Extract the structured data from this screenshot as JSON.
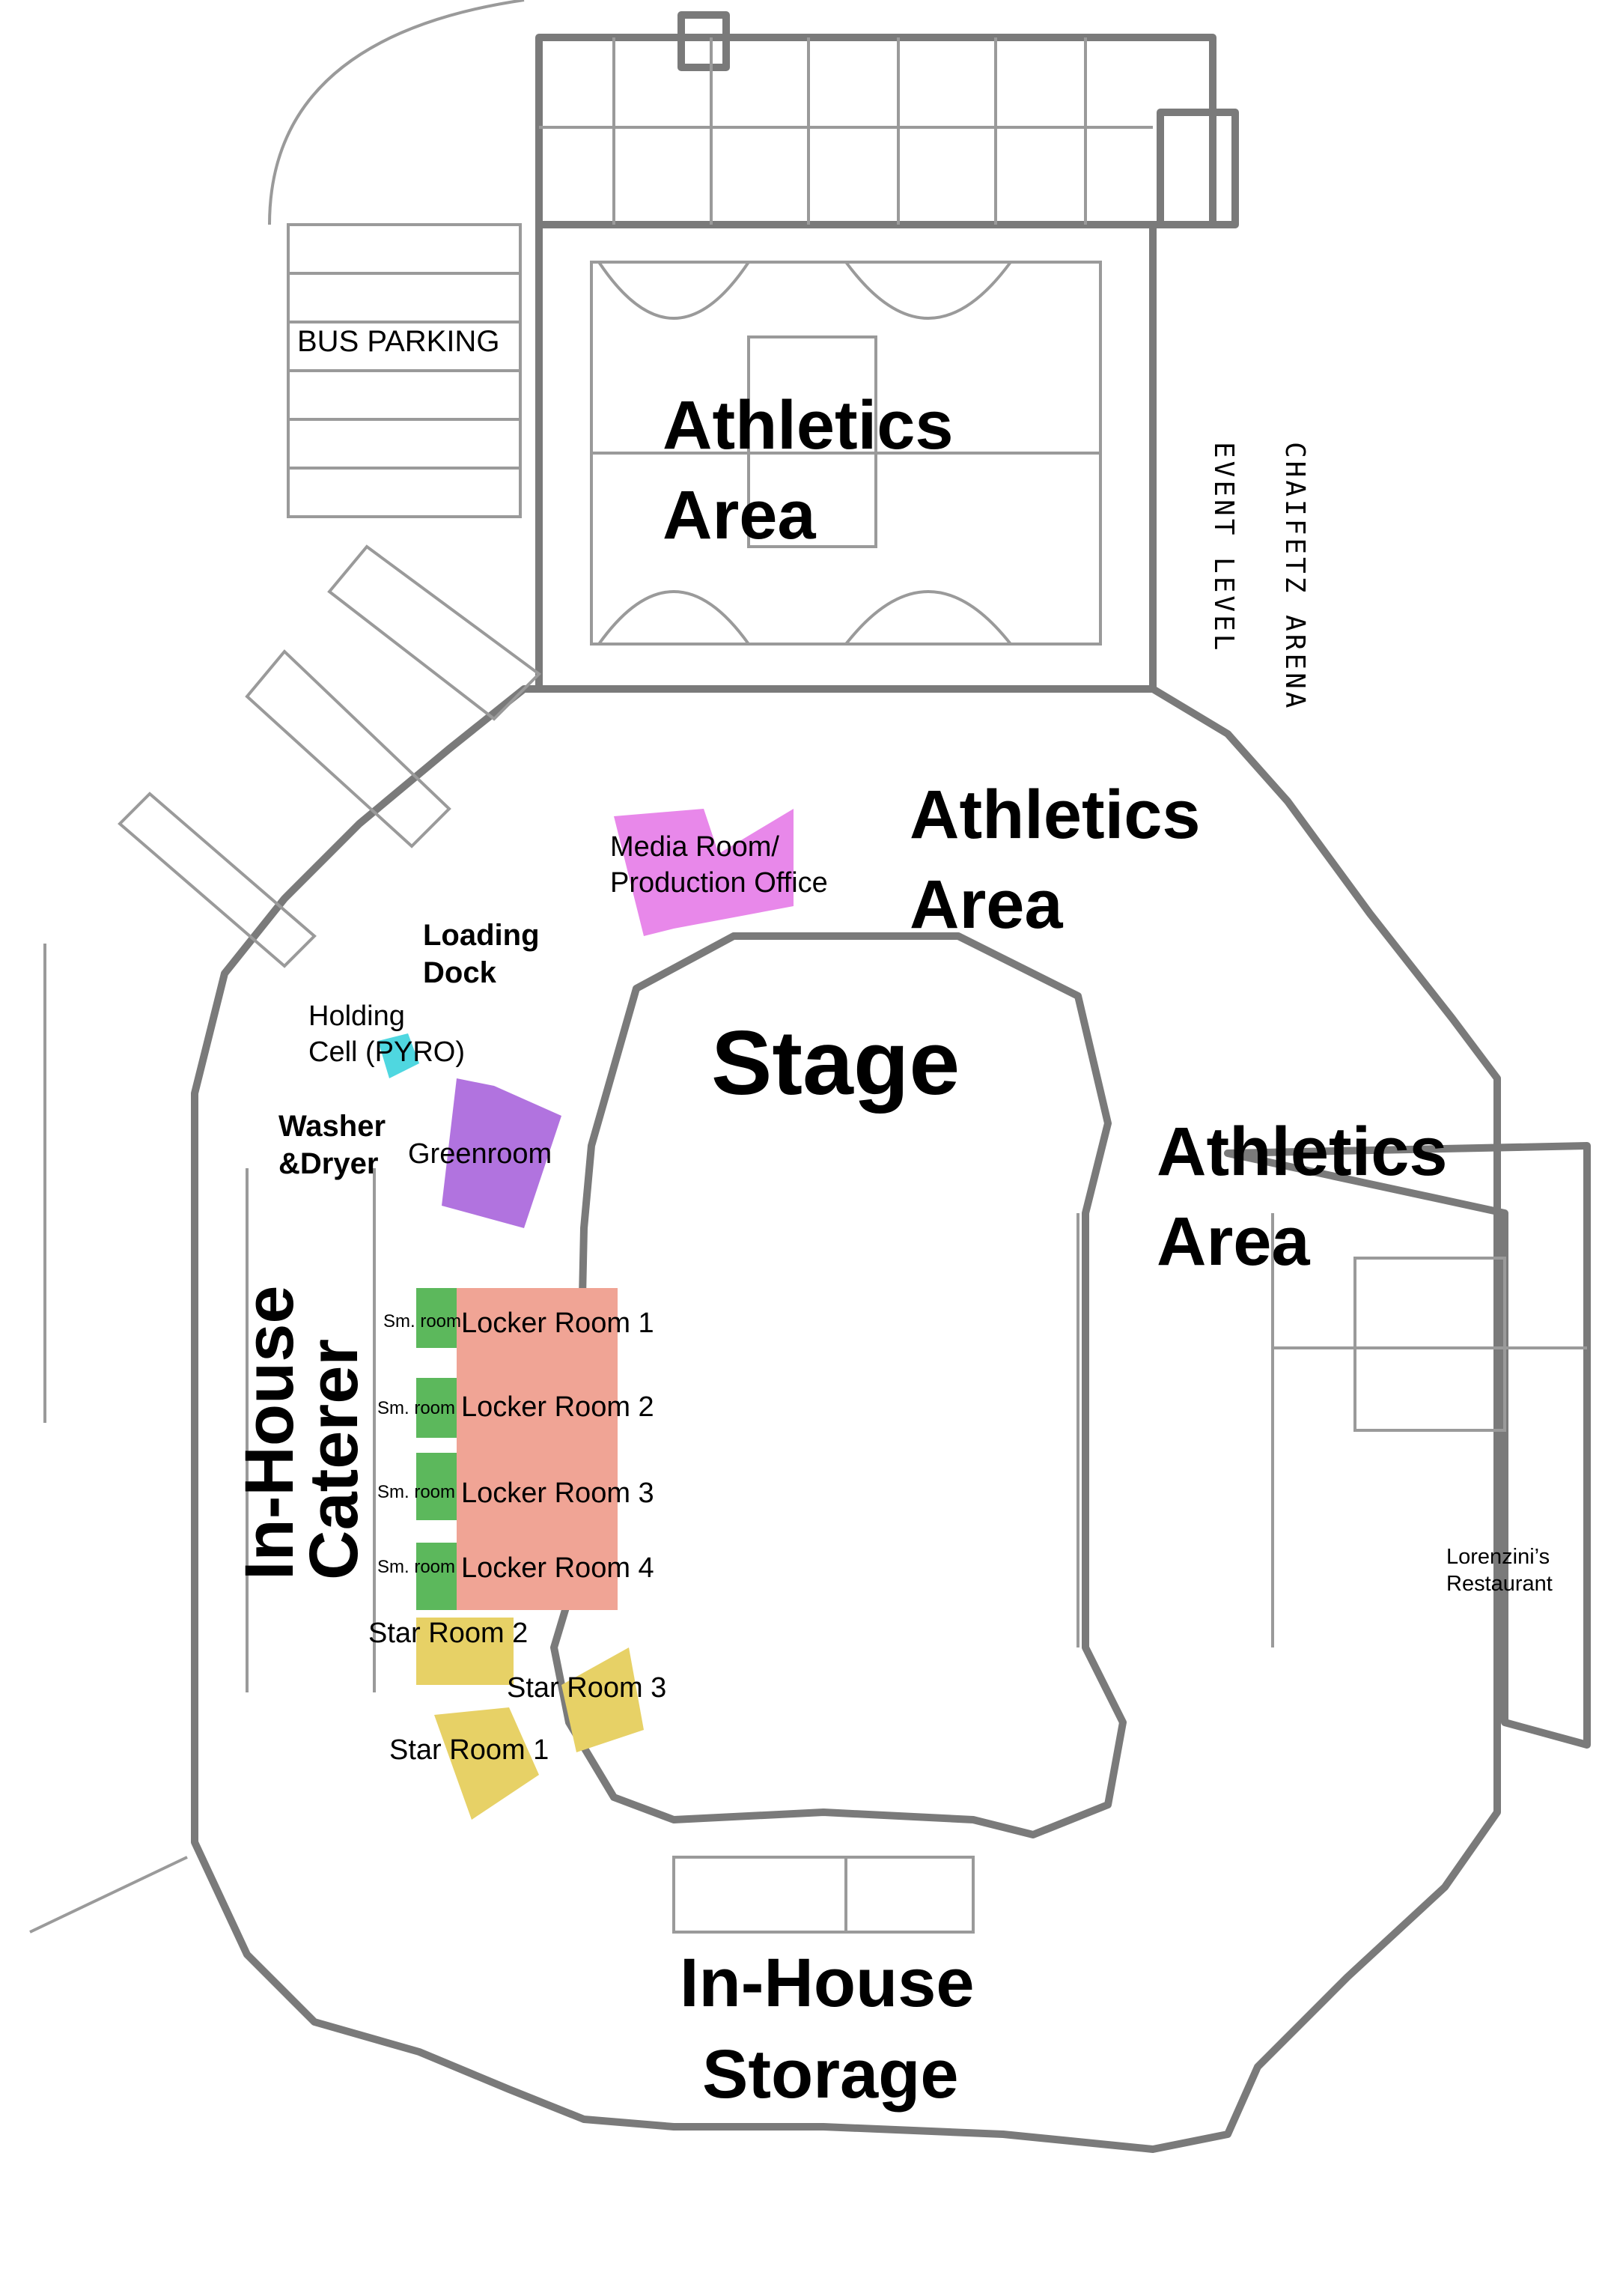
{
  "map": {
    "labels": {
      "bus_parking": "BUS PARKING",
      "athletics_top": [
        "Athletics",
        "Area"
      ],
      "athletics_mid": [
        "Athletics",
        "Area"
      ],
      "athletics_right": [
        "Athletics",
        "Area"
      ],
      "arena_name": "CHAIFETZ ARENA",
      "event_level": "EVENT LEVEL",
      "media_room": [
        "Media Room/",
        "Production Office"
      ],
      "loading_dock": [
        "Loading",
        "Dock"
      ],
      "holding_cell": [
        "Holding",
        "Cell (PYRO)"
      ],
      "stage": "Stage",
      "washer_dryer": [
        "Washer",
        "&Dryer"
      ],
      "greenroom": "Greenroom",
      "in_house_caterer": [
        "In-House",
        "Caterer"
      ],
      "locker_rooms": [
        "Locker Room 1",
        "Locker Room 2",
        "Locker Room 3",
        "Locker Room 4"
      ],
      "small_room": "Sm. room",
      "star_room_2": "Star Room 2",
      "star_room_3": "Star Room 3",
      "star_room_1": "Star Room 1",
      "restaurant": [
        "Lorenzini’s",
        "Restaurant"
      ],
      "in_house_storage": [
        "In-House",
        "Storage"
      ]
    },
    "colors": {
      "wall": "#7a7a7a",
      "media_room": "#e57be8",
      "holding_cell": "#4fd7e0",
      "greenroom": "#a964dc",
      "locker_room": "#f0a495",
      "small_room": "#5cb85c",
      "star_room": "#e7d166"
    }
  }
}
